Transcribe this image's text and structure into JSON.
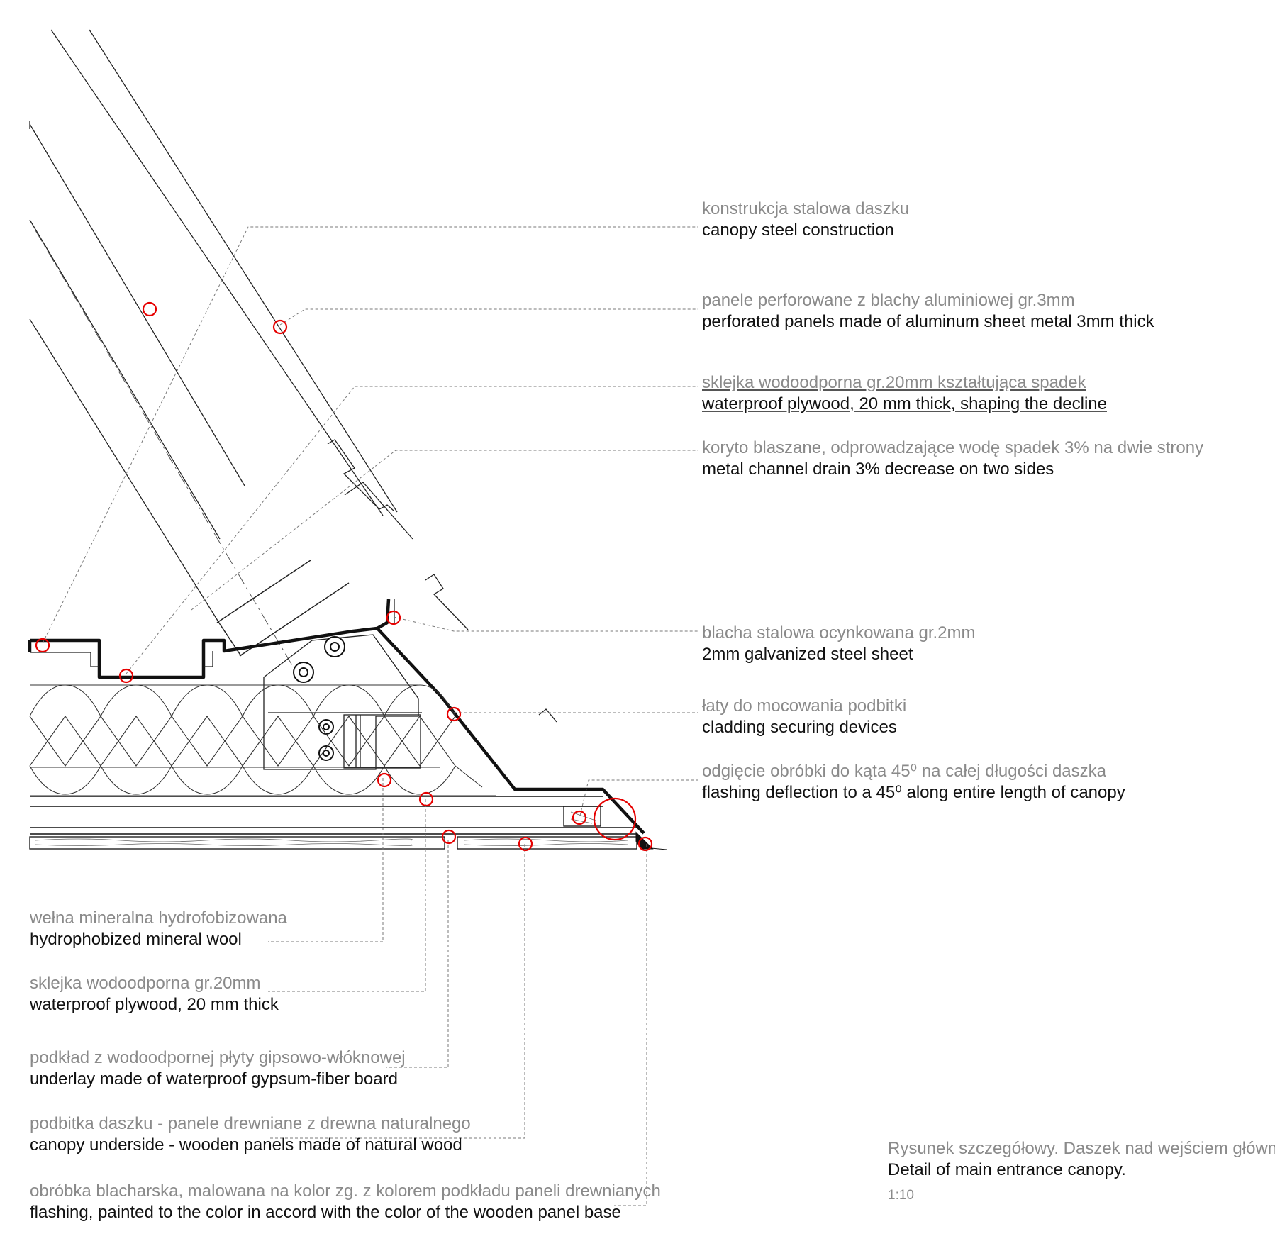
{
  "accent_color": "#e60000",
  "labels_right": [
    {
      "pl": "konstrukcja stalowa daszku",
      "en": "canopy steel construction"
    },
    {
      "pl": "panele perforowane z blachy aluminiowej gr.3mm",
      "en": "perforated panels made of aluminum sheet metal 3mm thick"
    },
    {
      "pl": "sklejka wodoodporna gr.20mm kształtująca spadek",
      "en": "waterproof plywood, 20 mm thick, shaping the decline"
    },
    {
      "pl": "koryto blaszane, odprowadzające wodę spadek 3% na dwie strony",
      "en": "metal channel drain 3% decrease on two sides"
    },
    {
      "pl": "blacha stalowa ocynkowana gr.2mm",
      "en": "2mm galvanized steel sheet"
    },
    {
      "pl": "łaty do mocowania podbitki",
      "en": "cladding securing devices"
    },
    {
      "pl": "odgięcie obróbki do kąta 45⁰ na całej długości daszka",
      "en": "flashing deflection to a 45⁰ along entire length of canopy"
    }
  ],
  "labels_left": [
    {
      "pl": "wełna mineralna hydrofobizowana",
      "en": "hydrophobized mineral wool"
    },
    {
      "pl": "sklejka wodoodporna gr.20mm",
      "en": "waterproof plywood, 20 mm thick"
    },
    {
      "pl": "podkład z wodoodpornej płyty gipsowo-włóknowej",
      "en": "underlay made of waterproof gypsum-fiber board"
    },
    {
      "pl": "podbitka daszku - panele drewniane z drewna naturalnego",
      "en": "canopy underside  - wooden panels made of natural wood"
    },
    {
      "pl": "obróbka blacharska, malowana na kolor zg. z kolorem podkładu paneli drewnianych",
      "en": "flashing, painted to the color in accord with the color of the wooden panel base"
    }
  ],
  "caption": {
    "pl": "Rysunek szczegółowy. Daszek nad wejściem głównym.",
    "en": "Detail of main entrance canopy.",
    "scale": "1:10"
  }
}
